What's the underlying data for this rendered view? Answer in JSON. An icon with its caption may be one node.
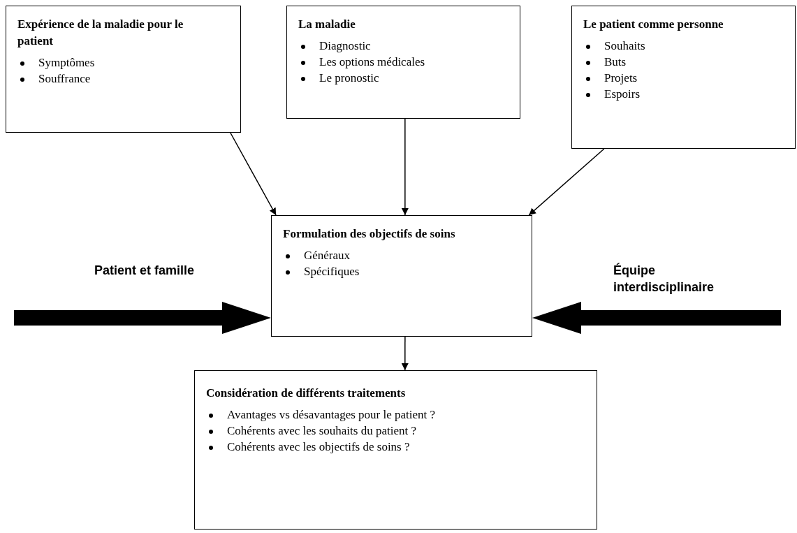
{
  "diagram": {
    "nodes": [
      {
        "text": [
          "Expérience de la maladie pour le patient",
          "Symptômes",
          "Souffrance"
        ]
      },
      {
        "text": [
          "La maladie",
          "Diagnostic",
          "Les options médicales",
          "Le pronostic"
        ]
      },
      {
        "text": [
          "Le patient comme personne",
          "Souhaits",
          "Buts",
          "Projets",
          "Espoirs"
        ]
      },
      {
        "text": [
          "Formulation des objectifs de soins",
          "Généraux",
          "Spécifiques"
        ]
      },
      {
        "text": [
          "Considération de différents traitements",
          "Avantages vs désavantages pour le patient ?",
          "Cohérents avec les souhaits du patient ?",
          "Cohérents avec les objectifs de soins ?"
        ]
      }
    ],
    "edges": [
      {
        "from": 0,
        "to": 3,
        "arrow": "to"
      },
      {
        "from": 1,
        "to": 3,
        "arrow": "to"
      },
      {
        "from": 2,
        "to": 3,
        "arrow": "to"
      },
      {
        "from": null,
        "to": 3,
        "arrow": "to",
        "style": "thick"
      },
      {
        "from": null,
        "to": 3,
        "arrow": "to",
        "style": "thick"
      },
      {
        "from": 3,
        "to": 4,
        "arrow": "to"
      }
    ],
    "labels": [
      "Patient et famille",
      "Équipe interdisciplinaire"
    ]
  }
}
